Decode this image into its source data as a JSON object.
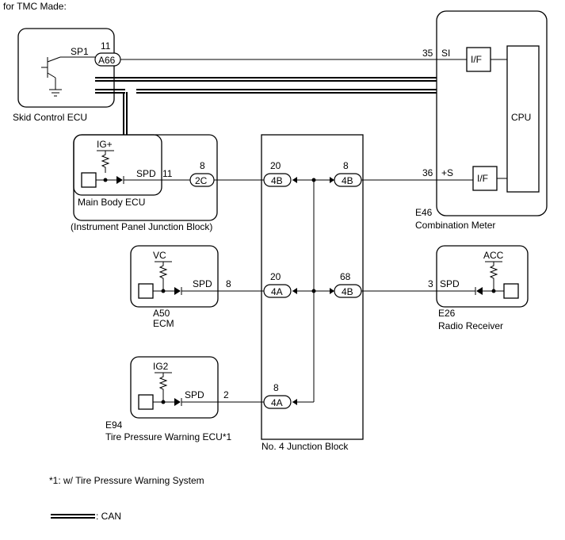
{
  "header": "for TMC Made:",
  "components": {
    "skid_ecu": {
      "label": "Skid Control ECU",
      "pin_name": "SP1",
      "pin_no": "11",
      "connector": "A66"
    },
    "combination_meter": {
      "code": "E46",
      "label": "Combination Meter",
      "cpu": "CPU",
      "if1": "I/F",
      "if2": "I/F",
      "pin1_no": "35",
      "pin1_name": "SI",
      "pin2_no": "36",
      "pin2_name": "+S"
    },
    "main_body_ecu": {
      "label": "Main Body ECU",
      "power": "IG+",
      "pin_name": "SPD",
      "pin_no": "11"
    },
    "ipjb": {
      "label": "(Instrument Panel Junction Block)",
      "conn_pin": "8",
      "connector": "2C"
    },
    "jb4": {
      "label": "No. 4 Junction Block",
      "c1_pin": "20",
      "c1": "4B",
      "c2_pin": "8",
      "c2": "4B",
      "c3_pin": "20",
      "c3": "4A",
      "c4_pin": "68",
      "c4": "4B",
      "c5_pin": "8",
      "c5": "4A"
    },
    "ecm": {
      "code": "A50",
      "label": "ECM",
      "power": "VC",
      "pin_name": "SPD",
      "pin_no": "8"
    },
    "radio": {
      "code": "E26",
      "label": "Radio Receiver",
      "power": "ACC",
      "pin_name": "SPD",
      "pin_no": "3"
    },
    "tpms": {
      "code": "E94",
      "label": "Tire Pressure Warning ECU*1",
      "power": "IG2",
      "pin_name": "SPD",
      "pin_no": "2"
    }
  },
  "footnote": "*1: w/ Tire Pressure Warning System",
  "legend": {
    "can": ": CAN"
  }
}
